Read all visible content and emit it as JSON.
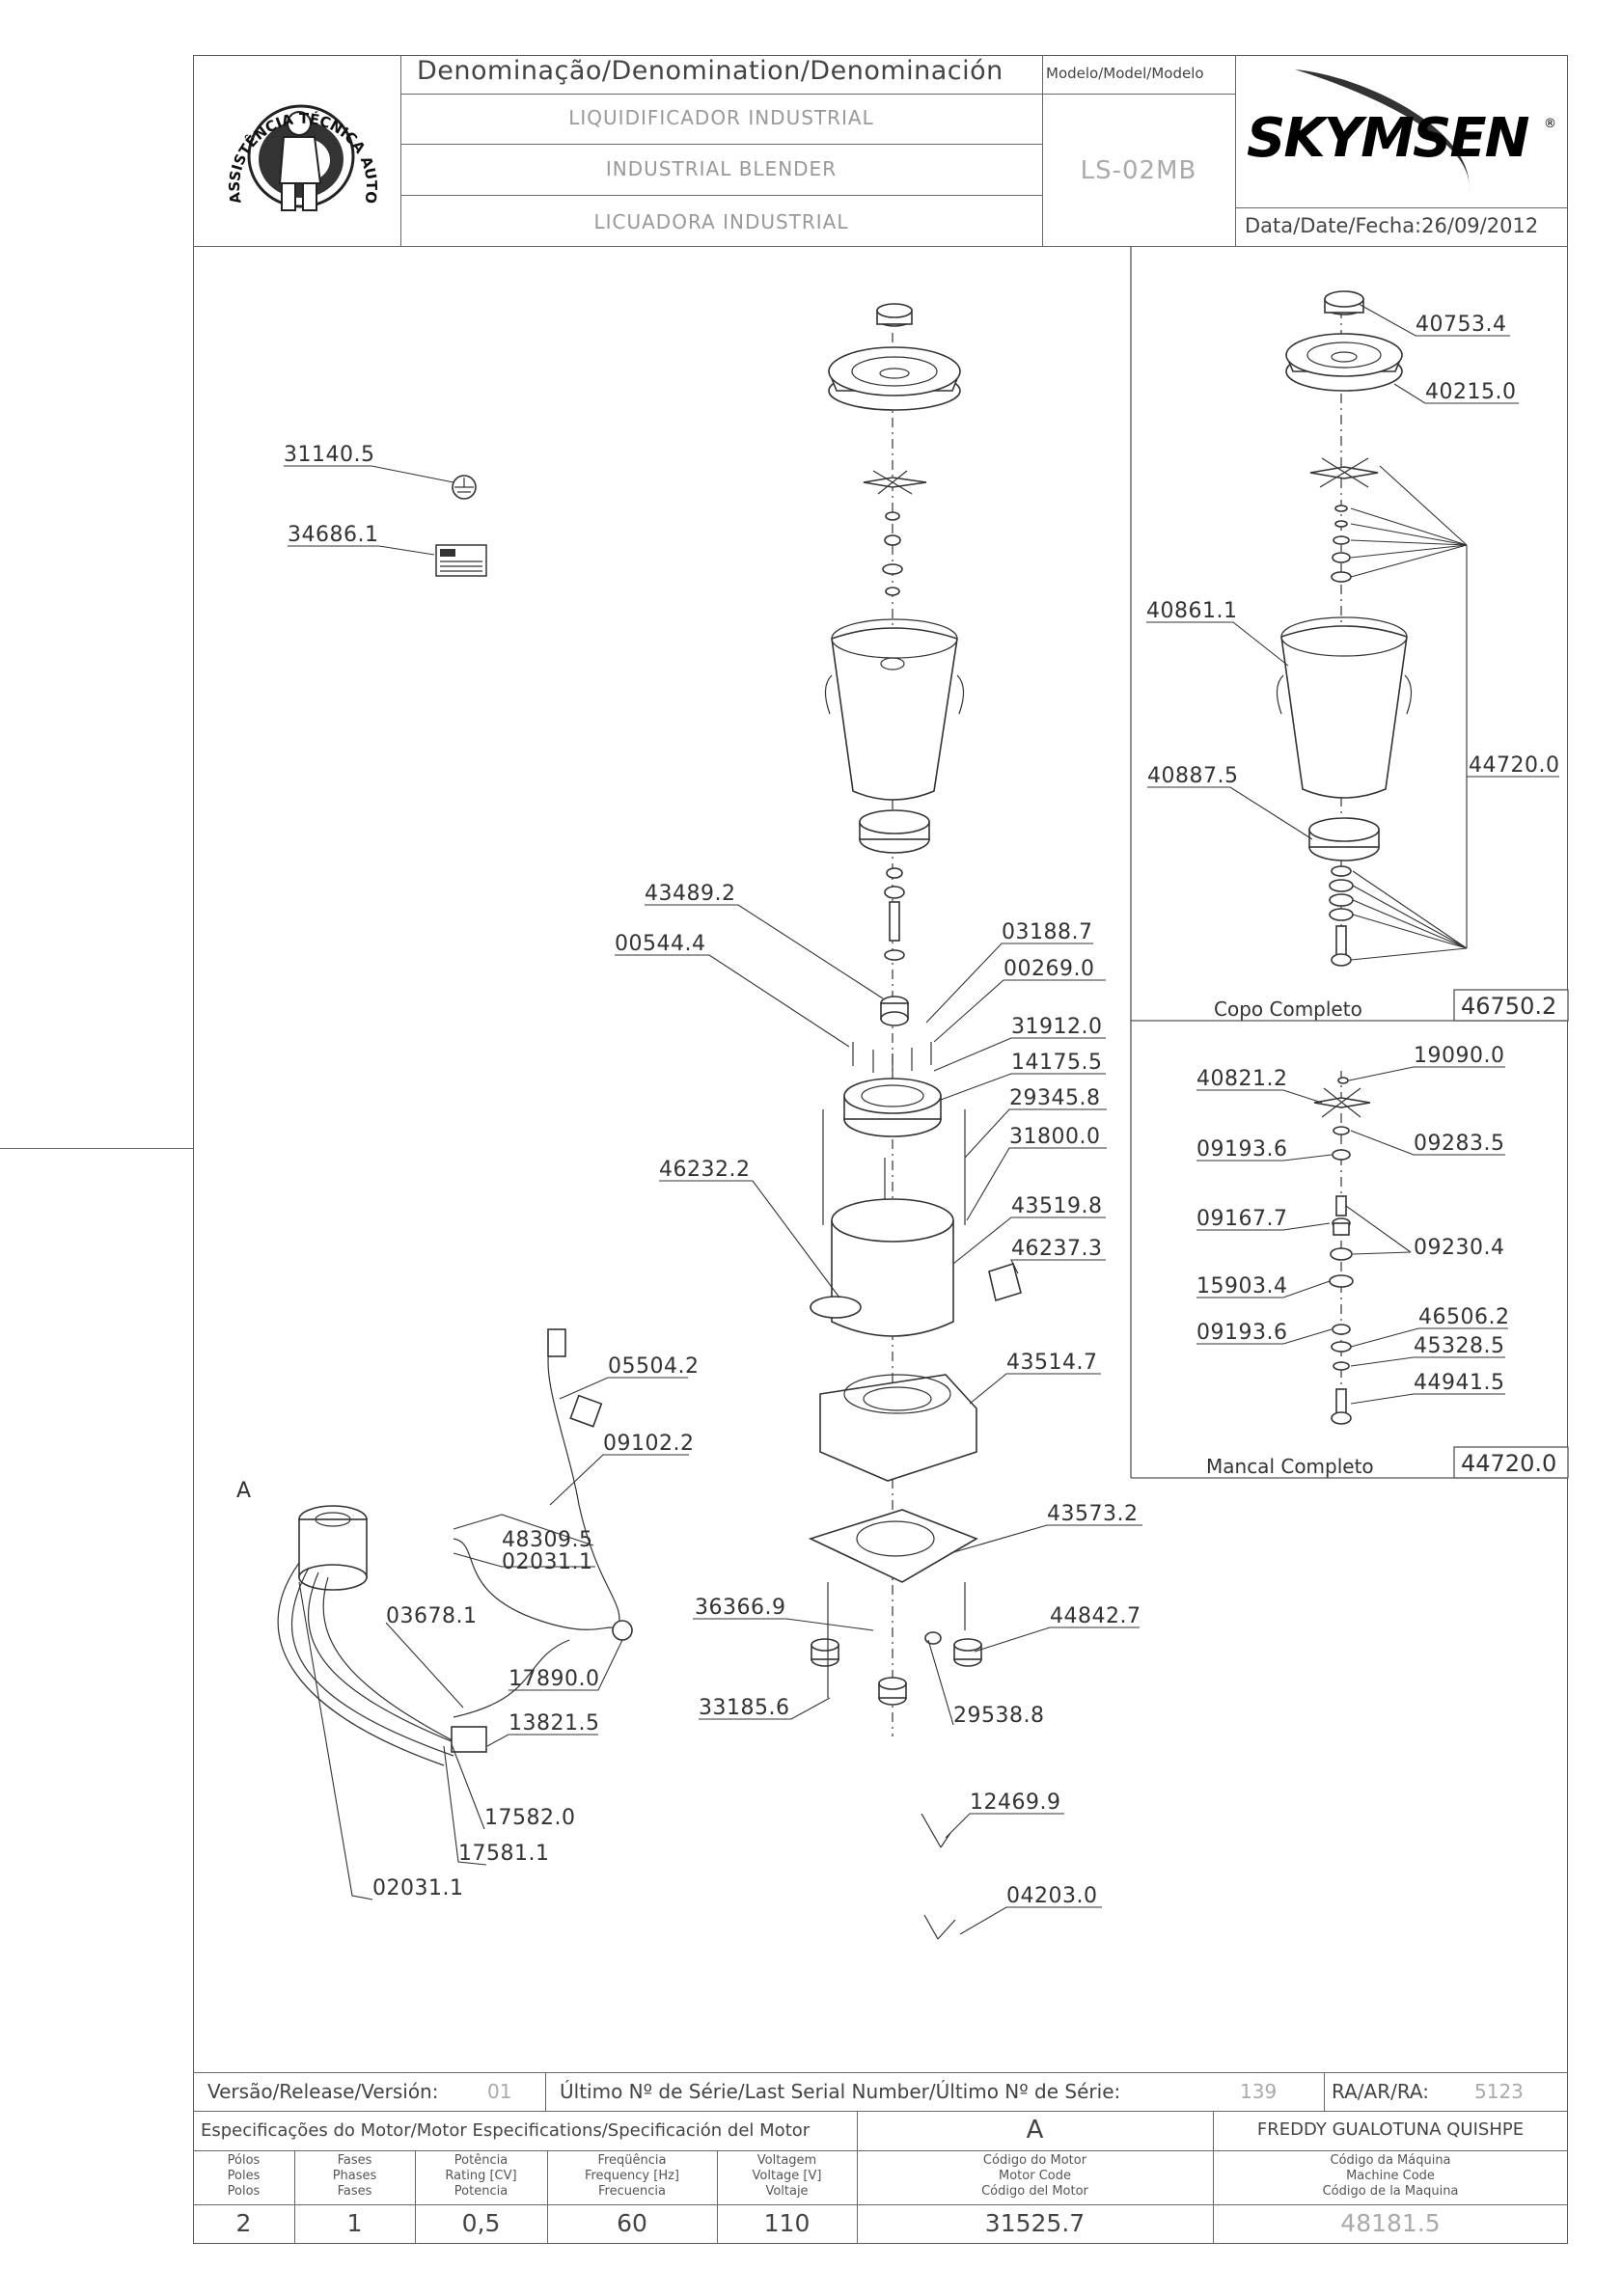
{
  "header": {
    "denomination_title": "Denominação/Denomination/Denominación",
    "name_pt": "LIQUIDIFICADOR INDUSTRIAL",
    "name_en": "INDUSTRIAL BLENDER",
    "name_es": "LICUADORA INDUSTRIAL",
    "model_title": "Modelo/Model/Modelo",
    "model_value": "LS-02MB",
    "brand": "SKYMSEN",
    "date_label": "Data/Date/Fecha:",
    "date_value": "26/09/2012",
    "seal_text": "ASSISTÊNCIA TÉCNICA AUTORIZADA"
  },
  "parts": {
    "p31140_5": "31140.5",
    "p34686_1": "34686.1",
    "p43489_2": "43489.2",
    "p00544_4": "00544.4",
    "p03188_7": "03188.7",
    "p00269_0": "00269.0",
    "p31912_0": "31912.0",
    "p14175_5": "14175.5",
    "p29345_8": "29345.8",
    "p31800_0": "31800.0",
    "p46232_2": "46232.2",
    "p43519_8": "43519.8",
    "p46237_3": "46237.3",
    "p43514_7": "43514.7",
    "p05504_2": "05504.2",
    "p09102_2": "09102.2",
    "p48309_5": "48309.5",
    "p02031_1a": "02031.1",
    "p03678_1": "03678.1",
    "p17890_0": "17890.0",
    "p13821_5": "13821.5",
    "p17582_0": "17582.0",
    "p17581_1": "17581.1",
    "p02031_1b": "02031.1",
    "p43573_2": "43573.2",
    "p36366_9": "36366.9",
    "p44842_7": "44842.7",
    "p33185_6": "33185.6",
    "p29538_8": "29538.8",
    "p12469_9": "12469.9",
    "p04203_0": "04203.0",
    "p40753_4": "40753.4",
    "p40215_0": "40215.0",
    "p40861_1": "40861.1",
    "p40887_5": "40887.5",
    "p44720_0a": "44720.0",
    "p40821_2": "40821.2",
    "p19090_0": "19090.0",
    "p09193_6a": "09193.6",
    "p09283_5": "09283.5",
    "p09167_7": "09167.7",
    "p09230_4": "09230.4",
    "p15903_4": "15903.4",
    "p46506_2": "46506.2",
    "p09193_6b": "09193.6",
    "p45328_5": "45328.5",
    "p44941_5": "44941.5",
    "motor_letter": "A"
  },
  "subassemblies": {
    "cup_caption": "Copo  Completo",
    "cup_code": "46750.2",
    "bearing_caption": "Mancal  Completo",
    "bearing_code": "44720.0"
  },
  "footer": {
    "version_label": "Versão/Release/Versión:",
    "version_value": "01",
    "serial_label": "Último  Nº  de  Série/Last  Serial  Number/Último  Nº  de  Série:",
    "serial_value": "139",
    "ra_label": "RA/AR/RA:",
    "ra_value": "5123",
    "motor_spec_label": "Especificações do Motor/Motor Especifications/Specificación del Motor",
    "motor_letter": "A",
    "technician": "FREDDY  GUALOTUNA  QUISHPE",
    "col_poles": "Pólos\nPoles\nPolos",
    "col_phases": "Fases\nPhases\nFases",
    "col_power": "Potência\nRating [CV]\nPotencia",
    "col_freq": "Freqüência\nFrequency [Hz]\nFrecuencia",
    "col_voltage": "Voltagem\nVoltage [V]\nVoltaje",
    "col_motor_code": "Código do Motor\nMotor Code\nCódigo del Motor",
    "col_machine_code": "Código da Máquina\nMachine Code\nCódigo de la Maquina",
    "poles": "2",
    "phases": "1",
    "power": "0,5",
    "frequency": "60",
    "voltage": "110",
    "motor_code": "31525.7",
    "machine_code": "48181.5"
  },
  "colors": {
    "ink": "#333333",
    "grey_text": "#aaaaaa",
    "border": "#555555"
  }
}
